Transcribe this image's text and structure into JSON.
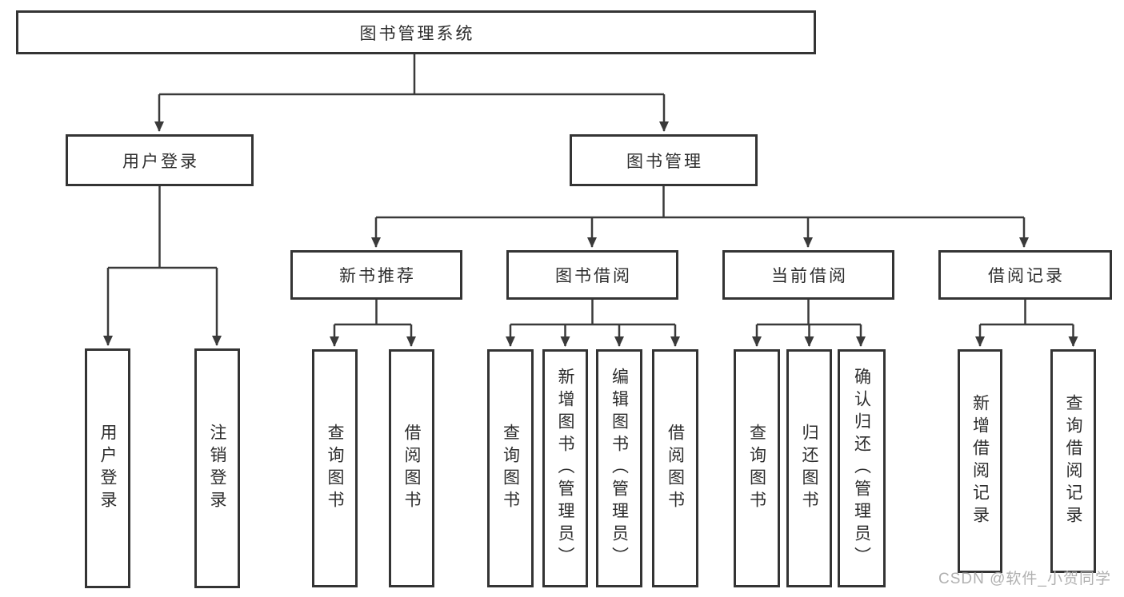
{
  "diagram": {
    "root": {
      "label": "图书管理系统"
    },
    "level2": [
      {
        "label": "用户登录"
      },
      {
        "label": "图书管理"
      }
    ],
    "login_children": [
      {
        "label": "用户登录"
      },
      {
        "label": "注销登录"
      }
    ],
    "modules": [
      {
        "label": "新书推荐",
        "children": [
          {
            "label": "查询图书"
          },
          {
            "label": "借阅图书"
          }
        ]
      },
      {
        "label": "图书借阅",
        "children": [
          {
            "label": "查询图书"
          },
          {
            "label": "新增图书（管理员）"
          },
          {
            "label": "编辑图书（管理员）"
          },
          {
            "label": "借阅图书"
          }
        ]
      },
      {
        "label": "当前借阅",
        "children": [
          {
            "label": "查询图书"
          },
          {
            "label": "归还图书"
          },
          {
            "label": "确认归还（管理员）"
          }
        ]
      },
      {
        "label": "借阅记录",
        "children": [
          {
            "label": "新增借阅记录"
          },
          {
            "label": "查询借阅记录"
          }
        ]
      }
    ],
    "watermark": "CSDN @软件_小贺同学",
    "colors": {
      "line": "#3a3a3a",
      "box_border": "#343434",
      "text": "#2d2d2d",
      "watermark": "#b0b0b0",
      "background": "#ffffff"
    }
  }
}
